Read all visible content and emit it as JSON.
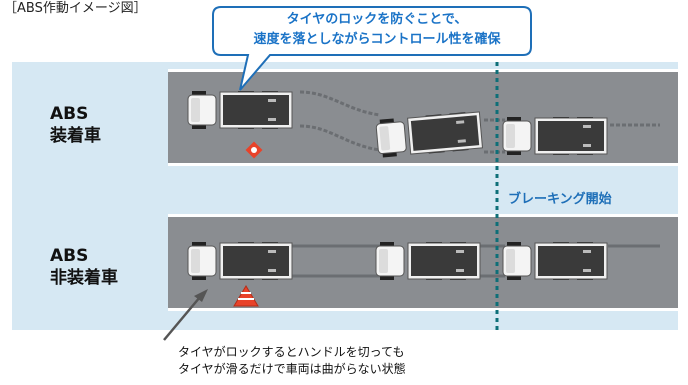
{
  "page": {
    "title": "［ABS作動イメージ図］"
  },
  "rows": [
    {
      "label_line1": "ABS",
      "label_line2": "装着車"
    },
    {
      "label_line1": "ABS",
      "label_line2": "非装着車"
    }
  ],
  "callout": {
    "line1": "タイヤのロックを防ぐことで、",
    "line2": "速度を落としながらコントロール性を確保"
  },
  "braking_start_label": "ブレーキング開始",
  "note": {
    "line1": "タイヤがロックするとハンドルを切っても",
    "line2": "タイヤが滑るだけで車両は曲がらない状態"
  },
  "colors": {
    "background_band": "#d6e8f3",
    "road": "#8a8d91",
    "accent_blue": "#1e6fb8",
    "cone_red": "#e8432a"
  },
  "icons": [
    "truck-icon",
    "traffic-cone-icon",
    "hazard-sign-icon",
    "pointer-arrow-icon"
  ]
}
